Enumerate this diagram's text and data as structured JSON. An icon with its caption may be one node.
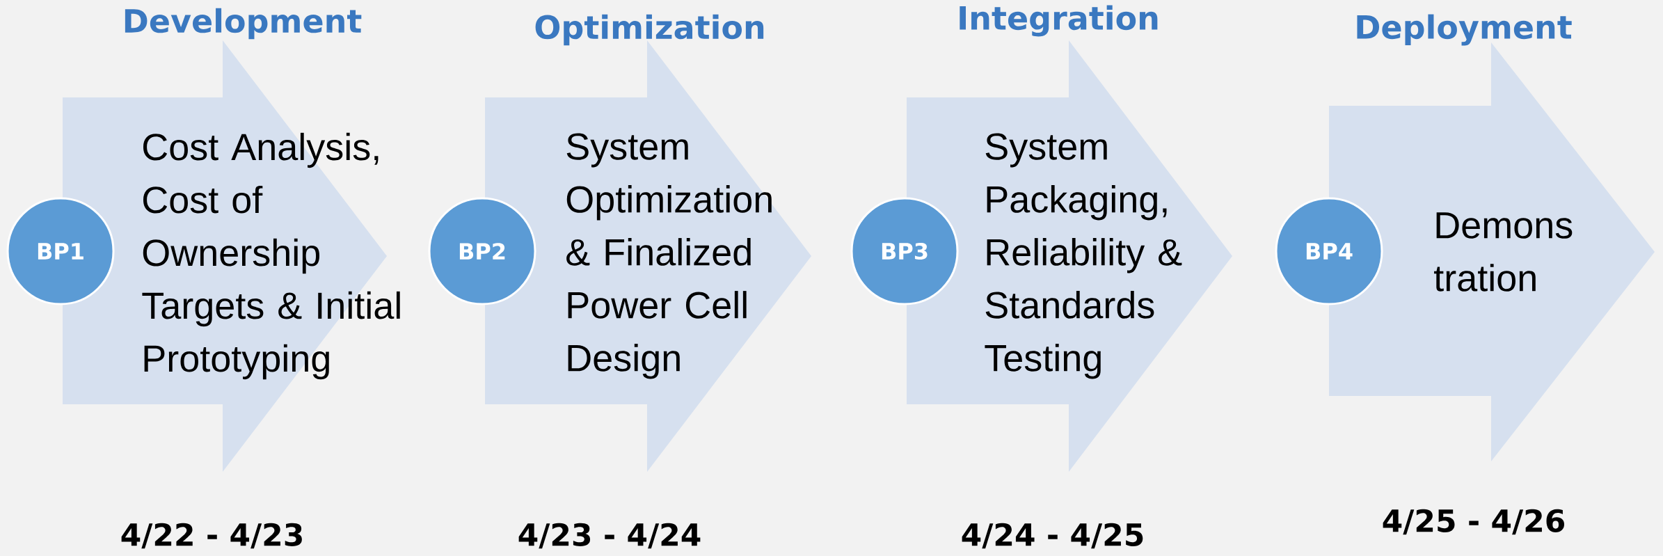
{
  "diagram": {
    "nodes": [
      {
        "text": [
          "Development",
          "Cost Analysis, Cost of Ownership Targets & Initial Prototyping"
        ],
        "beside": [
          "4/22 - 4/23"
        ]
      },
      {
        "text": [
          "BP1"
        ]
      },
      {
        "text": [
          "Optimization",
          "System Optimization & Finalized Power Cell Design"
        ],
        "beside": [
          "4/23 - 4/24"
        ]
      },
      {
        "text": [
          "BP2"
        ]
      },
      {
        "text": [
          "Integration",
          "System Packaging, Reliability & Standards Testing"
        ],
        "beside": [
          "4/24 - 4/25"
        ]
      },
      {
        "text": [
          "BP3"
        ]
      },
      {
        "text": [
          "Deployment",
          "Demons tration"
        ],
        "beside": [
          "4/25 - 4/26"
        ]
      },
      {
        "text": [
          "BP4"
        ]
      }
    ]
  }
}
